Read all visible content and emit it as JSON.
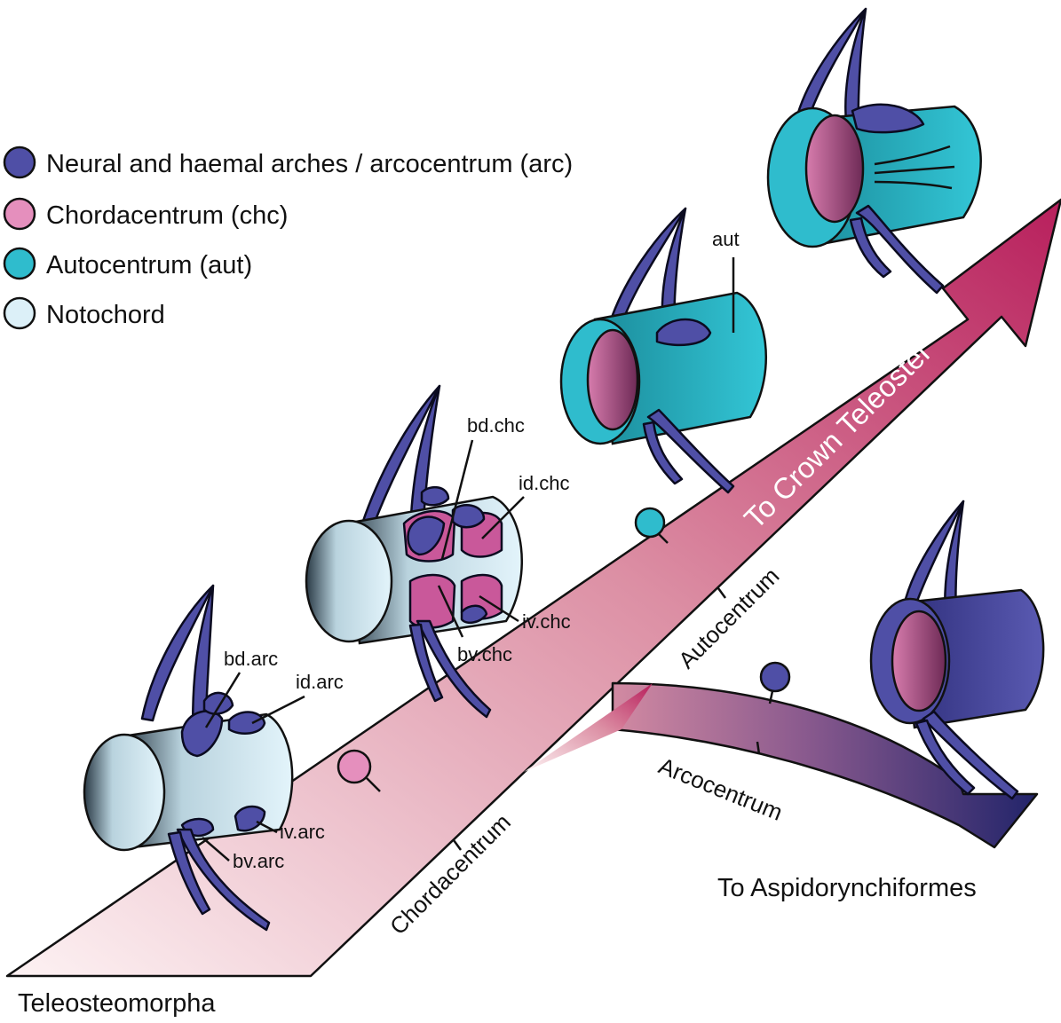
{
  "colors": {
    "arc": "#4f4fa6",
    "chc": "#e58fbd",
    "aut": "#2fbccd",
    "notochord": "#dcf0f8",
    "arrow_start": "#fbecee",
    "arrow_end": "#b81f5c",
    "branch_end": "#2a2a6e"
  },
  "legend": [
    {
      "key": "arc",
      "label": "Neural and haemal arches / arcocentrum  (arc)"
    },
    {
      "key": "chc",
      "label": "Chordacentrum (chc)"
    },
    {
      "key": "aut",
      "label": "Autocentrum (aut)"
    },
    {
      "key": "notochord",
      "label": "Notochord"
    }
  ],
  "nodes": {
    "root": "Teleosteomorpha",
    "crown": "To Crown Teleostei",
    "aspido": "To Aspidorynchiformes"
  },
  "transitions": {
    "chordacentrum": "Chordacentrum",
    "autocentrum": "Autocentrum",
    "arcocentrum": "Arcocentrum"
  },
  "part_labels": {
    "bd_arc": "bd.arc",
    "id_arc": "id.arc",
    "iv_arc": "iv.arc",
    "bv_arc": "bv.arc",
    "bd_chc": "bd.chc",
    "id_chc": "id.chc",
    "iv_chc": "iv.chc",
    "bv_chc": "bv.chc",
    "aut": "aut"
  }
}
